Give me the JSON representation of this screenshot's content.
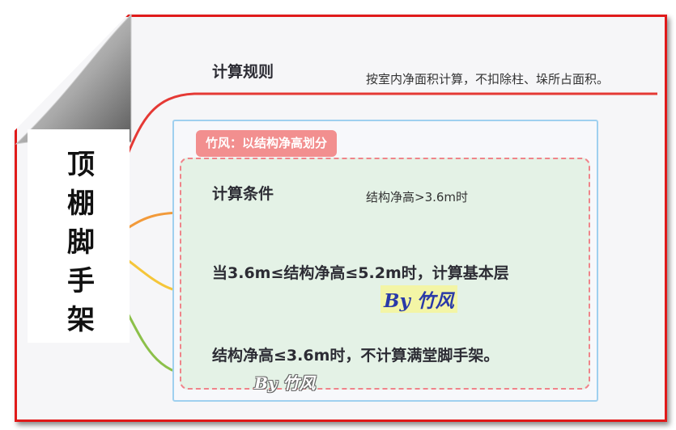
{
  "root": {
    "title_chars": [
      "顶",
      "棚",
      "脚",
      "手",
      "架"
    ]
  },
  "rule": {
    "heading": "计算规则",
    "text": "按室内净面积计算，不扣除柱、垛所占面积。"
  },
  "tag": {
    "label": "竹风：以结构净高划分"
  },
  "condition": {
    "heading": "计算条件",
    "text": "结构净高>3.6m时"
  },
  "cases": {
    "case1": "当3.6m≤结构净高≤5.2m时，计算基本层",
    "case2": "结构净高≤3.6m时，不计算满堂脚手架。"
  },
  "watermarks": {
    "primary": "By 竹风",
    "secondary": "By 竹风"
  },
  "colors": {
    "frame_border": "#e01a1a",
    "rule_branch": "#e53935",
    "condition_branch": "#f29a3a",
    "case1_branch": "#f5c63a",
    "case2_branch": "#8cc04a",
    "tag_bg": "#f28f8f",
    "inner_bg": "#e4f2e6",
    "outer_border": "#9fd0ef",
    "inner_border": "#f0848a"
  }
}
